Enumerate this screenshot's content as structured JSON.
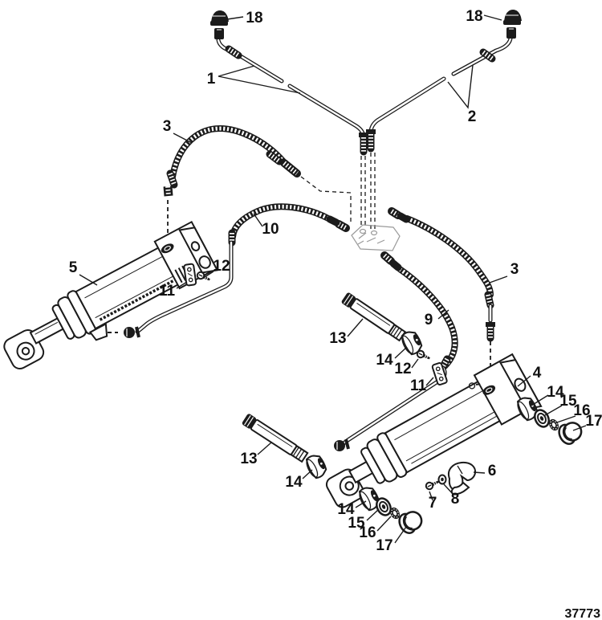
{
  "colors": {
    "ink": "#1b1b1b",
    "ghost_outline": "#9a9a9a",
    "background": "#ffffff"
  },
  "drawing_number": "37773",
  "callouts": {
    "n1": "1",
    "n2": "2",
    "n3_left": "3",
    "n3_right": "3",
    "n4": "4",
    "n5": "5",
    "n6": "6",
    "n7": "7",
    "n8": "8",
    "n9": "9",
    "n10": "10",
    "n11_left": "11",
    "n11_mid": "11",
    "n12_left": "12",
    "n12_mid": "12",
    "n13_upper": "13",
    "n13_lower": "13",
    "n14_mid": "14",
    "n14_lower_left": "14",
    "n14_bottom": "14",
    "n14_right": "14",
    "n15_bottom": "15",
    "n15_right": "15",
    "n16_bottom": "16",
    "n16_right": "16",
    "n17_bottom": "17",
    "n17_right": "17",
    "n18_left": "18",
    "n18_right": "18"
  }
}
